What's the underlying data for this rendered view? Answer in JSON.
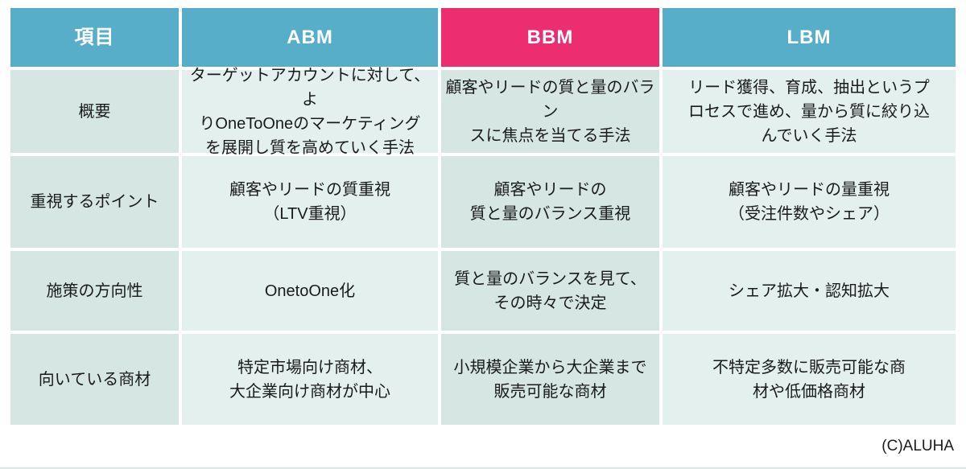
{
  "page": {
    "copyright": "(C)ALUHA"
  },
  "colors": {
    "header_teal": "#57aec9",
    "header_pink": "#ec2d6f",
    "column_dark": "#d5e6e3",
    "column_light": "#e3f0ed",
    "header_text": "#ffffff",
    "body_text": "#1a1a1a"
  },
  "table": {
    "headers": {
      "item": "項目",
      "abm": "ABM",
      "bbm": "BBM",
      "lbm": "LBM"
    },
    "rows": [
      {
        "label": "概要",
        "abm": "ターゲットアカウントに対して、よ\nりOneToOneのマーケティング\nを展開し質を高めていく手法",
        "bbm": "顧客やリードの質と量のバラン\nスに焦点を当てる手法",
        "lbm": "リード獲得、育成、抽出というプ\nロセスで進め、量から質に絞り込\nんでいく手法"
      },
      {
        "label": "重視するポイント",
        "abm": "顧客やリードの質重視\n（LTV重視）",
        "bbm": "顧客やリードの\n質と量のバランス重視",
        "lbm": "顧客やリードの量重視\n（受注件数やシェア）"
      },
      {
        "label": "施策の方向性",
        "abm": "OnetoOne化",
        "bbm": "質と量のバランスを見て、\nその時々で決定",
        "lbm": "シェア拡大・認知拡大"
      },
      {
        "label": "向いている商材",
        "abm": "特定市場向け商材、\n大企業向け商材が中心",
        "bbm": "小規模企業から大企業まで\n販売可能な商材",
        "lbm": "不特定多数に販売可能な商\n材や低価格商材"
      }
    ]
  }
}
